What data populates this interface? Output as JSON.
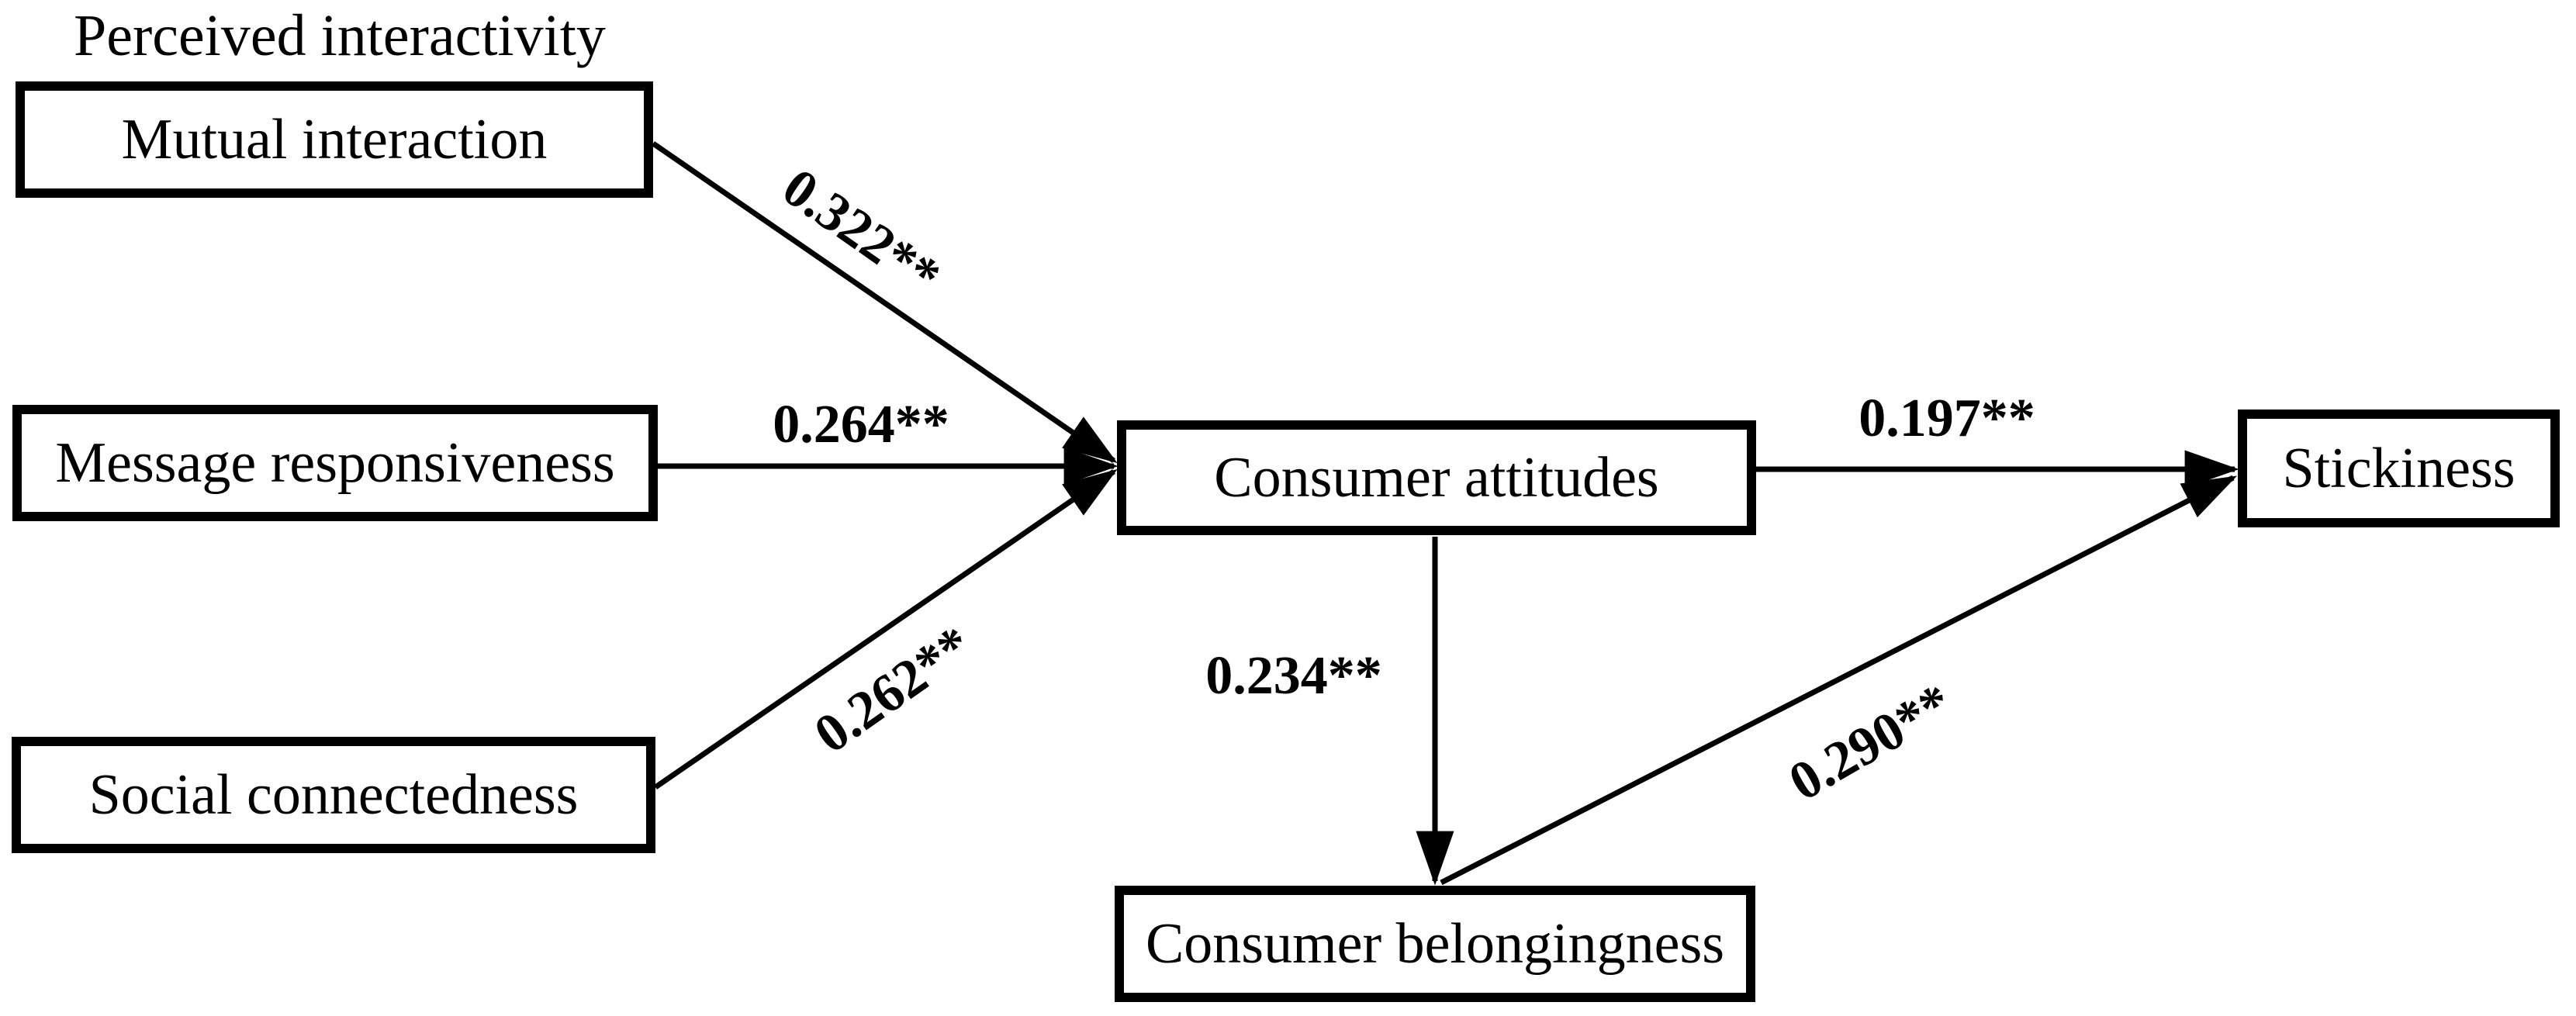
{
  "figure": {
    "title": "Perceived interactivity"
  },
  "nodes": {
    "mutual_interaction": {
      "label": "Mutual interaction"
    },
    "message_responsiveness": {
      "label": "Message responsiveness"
    },
    "social_connectedness": {
      "label": "Social connectedness"
    },
    "consumer_attitudes": {
      "label": "Consumer attitudes"
    },
    "stickiness": {
      "label": "Stickiness"
    },
    "consumer_belongingness": {
      "label": "Consumer belongingness"
    }
  },
  "edges": [
    {
      "from": "Mutual interaction",
      "to": "Consumer attitudes",
      "coefficient": "0.322**"
    },
    {
      "from": "Message responsiveness",
      "to": "Consumer attitudes",
      "coefficient": "0.264**"
    },
    {
      "from": "Social connectedness",
      "to": "Consumer attitudes",
      "coefficient": "0.262**"
    },
    {
      "from": "Consumer attitudes",
      "to": "Stickiness",
      "coefficient": "0.197**"
    },
    {
      "from": "Consumer attitudes",
      "to": "Consumer belongingness",
      "coefficient": "0.234**"
    },
    {
      "from": "Consumer belongingness",
      "to": "Stickiness",
      "coefficient": "0.290**"
    }
  ],
  "colors": {
    "line": "#000000",
    "text": "#000000",
    "box_fill": "#ffffff",
    "box_border": "#000000"
  }
}
